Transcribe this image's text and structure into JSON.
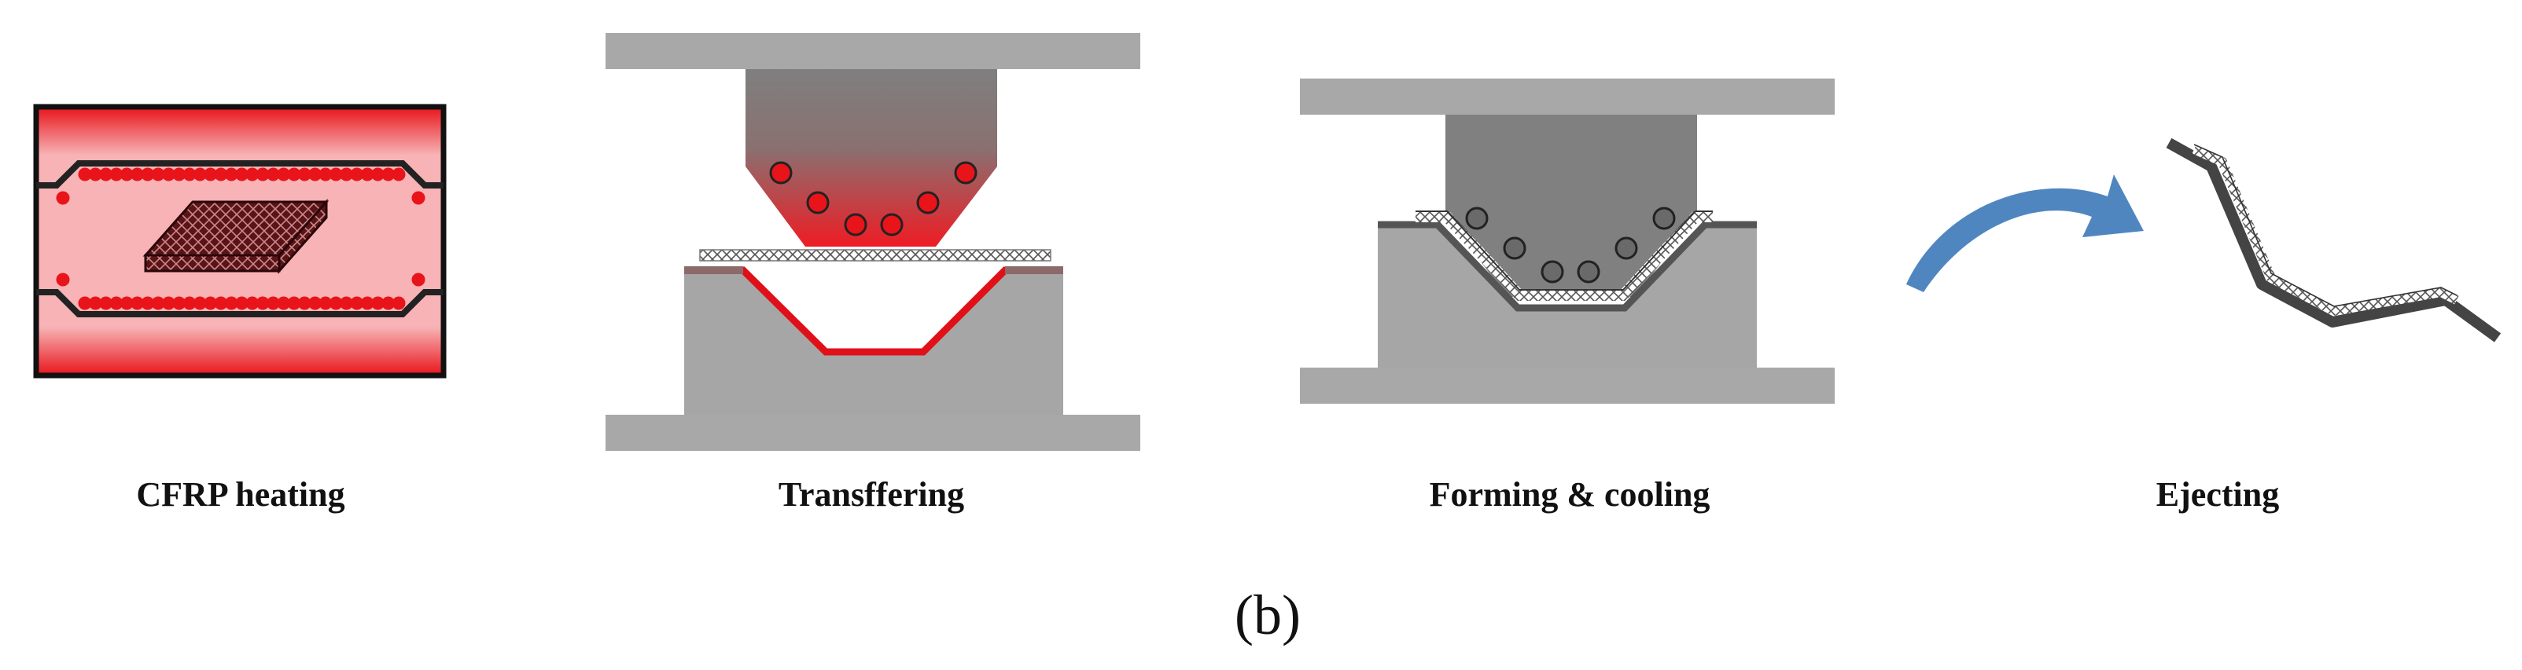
{
  "steps": [
    {
      "label": "CFRP heating"
    },
    {
      "label": "Transffering"
    },
    {
      "label": "Forming & cooling"
    },
    {
      "label": "Ejecting"
    }
  ],
  "subfigure_label": "(b)",
  "colors": {
    "heat_red": "#e8141a",
    "heat_pink": "#f6b3b6",
    "mold_dark": "#808080",
    "mold_light": "#a6a6a6",
    "platen": "#a9a9a9",
    "arrow_blue": "#4f86c0",
    "laminate": "#5a1a1a"
  }
}
